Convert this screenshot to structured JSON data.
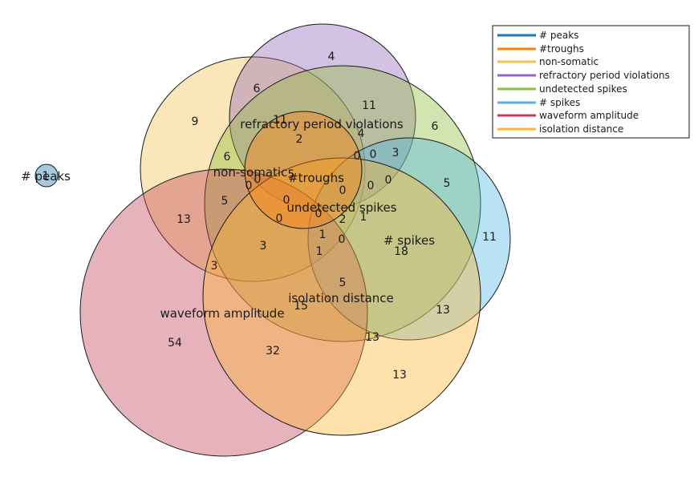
{
  "sets": [
    {
      "key": "peaks",
      "name": "# peaks",
      "color": "#1f77b4"
    },
    {
      "key": "troughs",
      "name": "#troughs",
      "color": "#ff7f0e"
    },
    {
      "key": "nonsomatic",
      "name": "non-somatic",
      "color": "#f2c14e"
    },
    {
      "key": "refractory",
      "name": "refractory period violations",
      "color": "#9467bd"
    },
    {
      "key": "undetected",
      "name": "undetected spikes",
      "color": "#8fbc3a"
    },
    {
      "key": "spikes",
      "name": "# spikes",
      "color": "#4fb6e6"
    },
    {
      "key": "waveform",
      "name": "waveform amplitude",
      "color": "#c0405a"
    },
    {
      "key": "isolation",
      "name": "isolation distance",
      "color": "#ffb52e"
    }
  ],
  "region_counts": [
    "1",
    "4",
    "6",
    "9",
    "11",
    "11",
    "4",
    "2",
    "6",
    "0",
    "0",
    "3",
    "6",
    "0",
    "0",
    "0",
    "0",
    "5",
    "5",
    "5",
    "0",
    "0",
    "13",
    "0",
    "2",
    "1",
    "0",
    "1",
    "0",
    "11",
    "3",
    "1",
    "18",
    "3",
    "5",
    "15",
    "13",
    "54",
    "32",
    "13",
    "13"
  ]
}
